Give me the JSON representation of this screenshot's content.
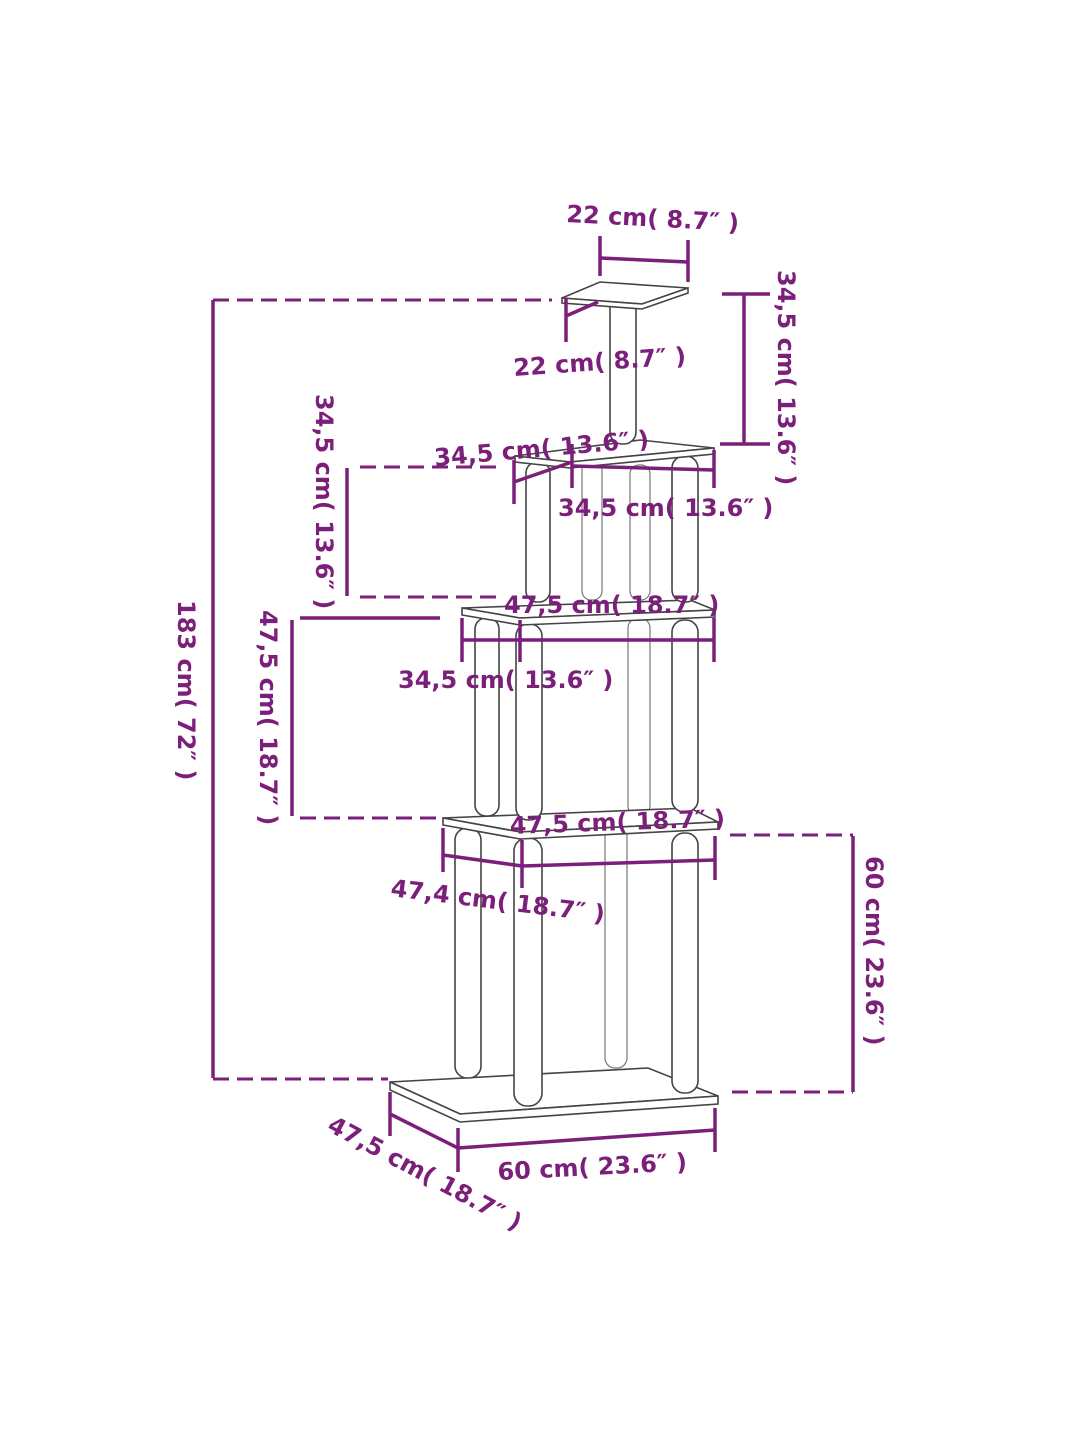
{
  "diagram": {
    "labels": {
      "top_width": "22 cm( 8.7″ )",
      "top_depth": "22 cm( 8.7″ )",
      "top_post_height": "34,5 cm( 13.6″ )",
      "level3_depth": "34,5 cm( 13.6″ )",
      "level3_width": "34,5 cm( 13.6″ )",
      "level3_height": "34,5 cm( 13.6″ )",
      "level2_width": "47,5 cm( 18.7″ )",
      "level2_depth": "34,5 cm( 13.6″ )",
      "level2_height": "47,5 cm( 18.7″ )",
      "level1_width": "47,5 cm( 18.7″ )",
      "level1_depth": "47,4 cm( 18.7″ )",
      "level1_height": "60 cm( 23.6″ )",
      "total_height": "183 cm( 72″ )",
      "base_width": "60 cm( 23.6″ )",
      "base_depth": "47,5 cm( 18.7″ )"
    },
    "colors": {
      "dimension": "#7b1f7a",
      "outline": "#444444",
      "background": "#ffffff"
    }
  }
}
